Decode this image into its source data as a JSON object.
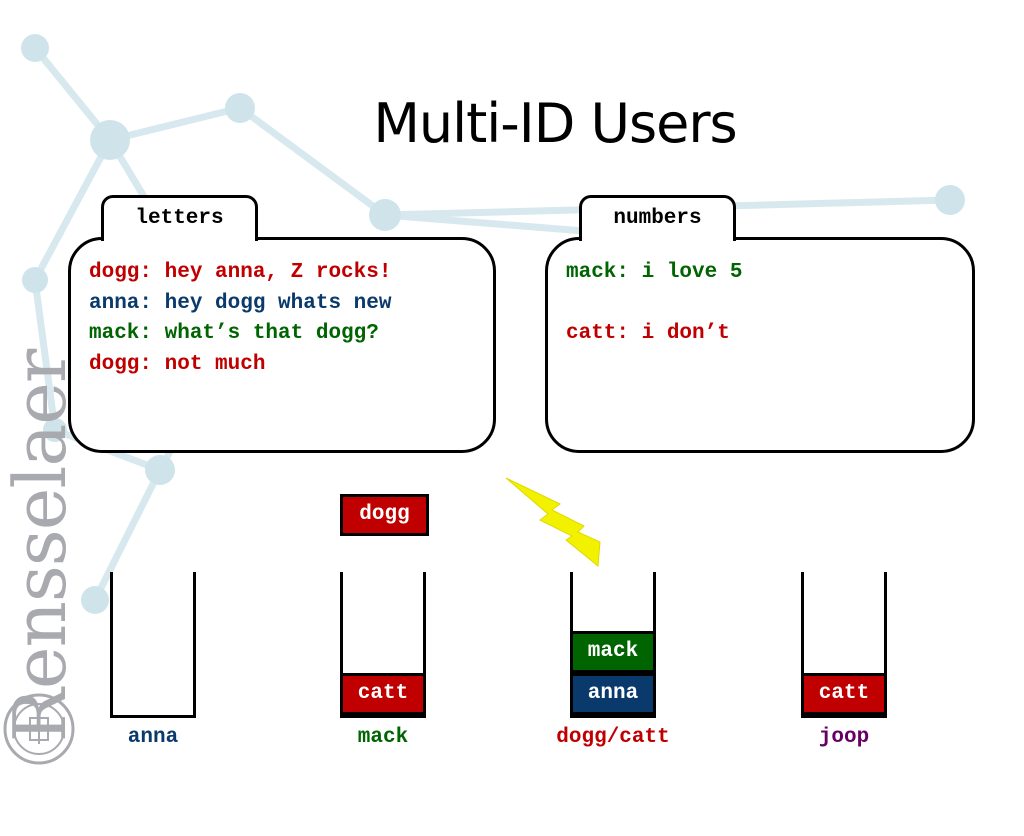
{
  "slide": {
    "title": "Multi-ID Users"
  },
  "branding": {
    "logo_text": "Rensselaer"
  },
  "panels": {
    "letters": {
      "tab_label": "letters",
      "lines": [
        {
          "text": "dogg: hey anna, Z rocks!",
          "color": "red"
        },
        {
          "text": "anna: hey dogg whats new",
          "color": "blue"
        },
        {
          "text": "mack: what’s that dogg?",
          "color": "green"
        },
        {
          "text": "dogg: not much",
          "color": "red"
        }
      ]
    },
    "numbers": {
      "tab_label": "numbers",
      "lines": [
        {
          "text": "mack: i love 5",
          "color": "green"
        },
        {
          "text": "",
          "color": "green"
        },
        {
          "text": "catt: i don’t",
          "color": "red"
        }
      ]
    }
  },
  "stacks": {
    "floating_block": "dogg",
    "columns": [
      {
        "caption": "anna",
        "caption_color": "blue",
        "blocks": []
      },
      {
        "caption": "mack",
        "caption_color": "green",
        "blocks": [
          "catt"
        ]
      },
      {
        "caption": "dogg/catt",
        "caption_color": "red",
        "blocks": [
          "anna",
          "mack"
        ]
      },
      {
        "caption": "joop",
        "caption_color": "purple",
        "blocks": [
          "catt"
        ]
      }
    ]
  },
  "colors": {
    "red": "#c00000",
    "blue": "#0a3a6b",
    "green": "#006400",
    "purple": "#660066",
    "lightning": "#f2f200"
  },
  "icons": {
    "lightning": "lightning-bolt-icon",
    "seal": "institute-seal-icon"
  }
}
